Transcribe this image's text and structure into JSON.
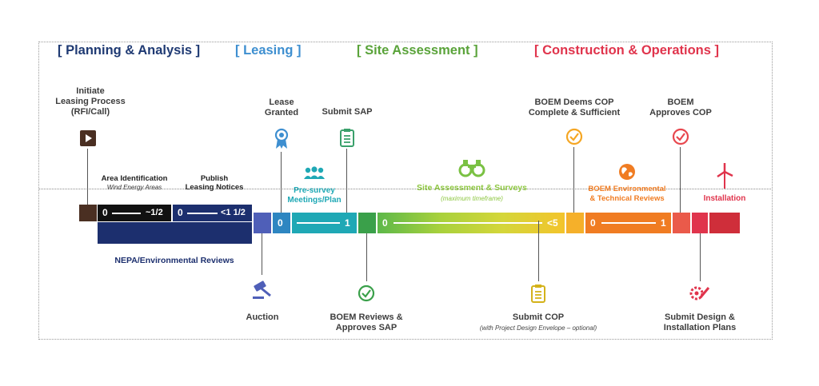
{
  "colors": {
    "planning": "#1f3a73",
    "leasing": "#3e8fd0",
    "site": "#5aa33a",
    "construction": "#e0344c",
    "brown": "#4a2f22",
    "navy": "#1c2f6e",
    "teal": "#1fa8b5",
    "orange": "#f07c22"
  },
  "phases": {
    "planning": "[ Planning & Analysis ]",
    "leasing": "[ Leasing ]",
    "site": "[ Site Assessment ]",
    "construction": "[ Construction & Operations ]"
  },
  "milestones": {
    "initiate": [
      "Initiate",
      "Leasing Process",
      "(RFI/Call)"
    ],
    "lease_granted": [
      "Lease",
      "Granted"
    ],
    "submit_sap": [
      "Submit SAP"
    ],
    "boem_deems": [
      "BOEM Deems COP",
      "Complete & Sufficient"
    ],
    "boem_approves": [
      "BOEM",
      "Approves COP"
    ],
    "auction": [
      "Auction"
    ],
    "boem_reviews_sap": [
      "BOEM Reviews &",
      "Approves SAP"
    ],
    "submit_cop": [
      "Submit COP"
    ],
    "submit_cop_note": "(with Project Design Envelope – optional)",
    "submit_design": [
      "Submit Design &",
      "Installation Plans"
    ]
  },
  "bar_labels": {
    "area_id": "Area Identification",
    "area_id_sub": "Wind Energy Areas",
    "publish": "Publish",
    "publish_sub": "Leasing Notices",
    "presurvey": [
      "Pre-survey",
      "Meetings/Plan"
    ],
    "site_surveys": "Site Assessment & Surveys",
    "site_surveys_sub": "(maximum timeframe)",
    "boem_env": [
      "BOEM Environmental",
      "& Technical Reviews"
    ],
    "installation": "Installation",
    "nepa": "NEPA/Environmental Reviews"
  },
  "numbers": {
    "a_start": "0",
    "a_end": "~1/2",
    "b_start": "0",
    "b_end": "<1 1/2",
    "c_start": "0",
    "c_end": "1",
    "d_start": "0",
    "d_end": "<5",
    "e_start": "0",
    "e_end": "1"
  }
}
